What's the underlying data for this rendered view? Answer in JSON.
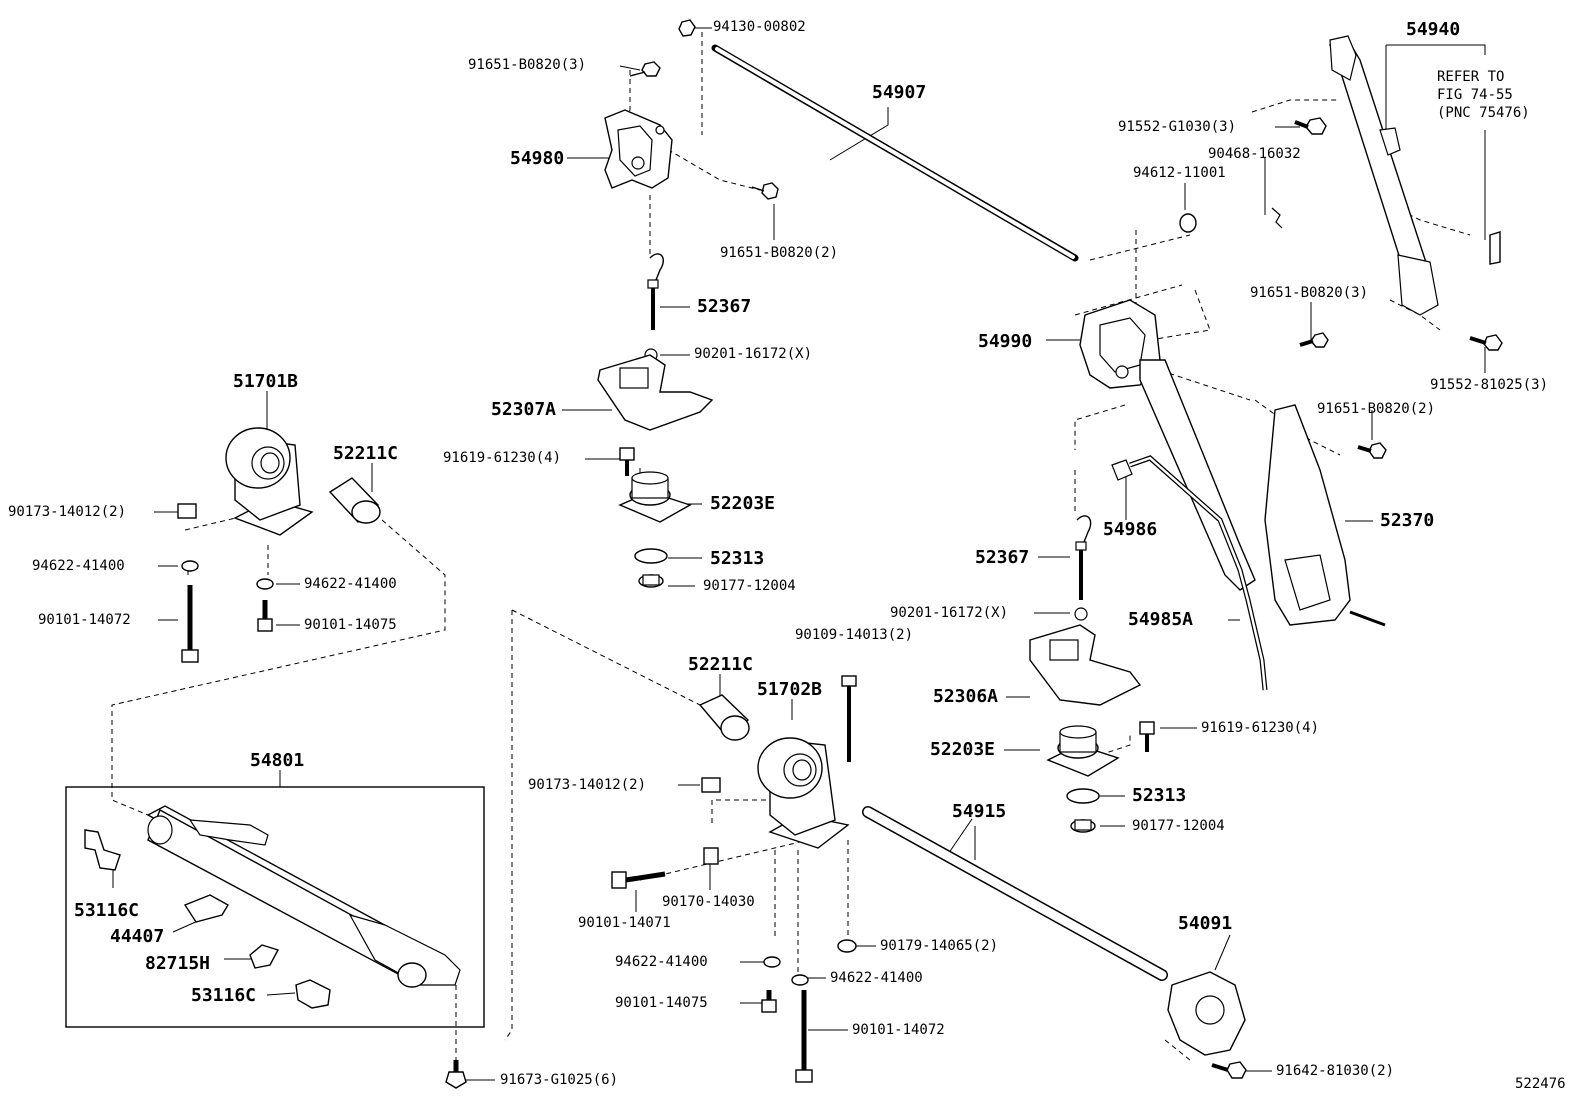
{
  "diagram_id": "522476",
  "note": {
    "lines": [
      "REFER TO",
      "FIG 74-55",
      "(PNC 75476)"
    ]
  },
  "labels": {
    "p94130_00802": "94130-00802",
    "p91651_B0820_3_a": "91651-B0820(3)",
    "p54907": "54907",
    "p54980": "54980",
    "p91651_B0820_2_a": "91651-B0820(2)",
    "p52367_a": "52367",
    "p90201_16172_a": "90201-16172(X)",
    "p52307A": "52307A",
    "p91619_61230_a": "91619-61230(4)",
    "p52203E_a": "52203E",
    "p52313_a": "52313",
    "p90177_12004_a": "90177-12004",
    "p51701B": "51701B",
    "p52211C_a": "52211C",
    "p90173_14012_a": "90173-14012(2)",
    "p94622_41400_a": "94622-41400",
    "p94622_41400_b": "94622-41400",
    "p90101_14072_a": "90101-14072",
    "p90101_14075_a": "90101-14075",
    "p54801": "54801",
    "p53116C_a": "53116C",
    "p44407": "44407",
    "p82715H": "82715H",
    "p53116C_b": "53116C",
    "p91673_G1025": "91673-G1025(6)",
    "p52211C_b": "52211C",
    "p51702B": "51702B",
    "p90109_14013": "90109-14013(2)",
    "p90173_14012_b": "90173-14012(2)",
    "p90170_14030": "90170-14030",
    "p90101_14071": "90101-14071",
    "p94622_41400_c": "94622-41400",
    "p90179_14065": "90179-14065(2)",
    "p94622_41400_d": "94622-41400",
    "p90101_14075_b": "90101-14075",
    "p90101_14072_b": "90101-14072",
    "p54915": "54915",
    "p54091": "54091",
    "p91642_81030": "91642-81030(2)",
    "p54940": "54940",
    "p91552_G1030": "91552-G1030(3)",
    "p90468_16032": "90468-16032",
    "p94612_11001": "94612-11001",
    "p91651_B0820_3_b": "91651-B0820(3)",
    "p91552_81025": "91552-81025(3)",
    "p54990": "54990",
    "p91651_B0820_2_b": "91651-B0820(2)",
    "p52370": "52370",
    "p52367_b": "52367",
    "p54986": "54986",
    "p90201_16172_b": "90201-16172(X)",
    "p54985A": "54985A",
    "p52306A": "52306A",
    "p91619_61230_b": "91619-61230(4)",
    "p52203E_b": "52203E",
    "p52313_b": "52313",
    "p90177_12004_b": "90177-12004"
  }
}
